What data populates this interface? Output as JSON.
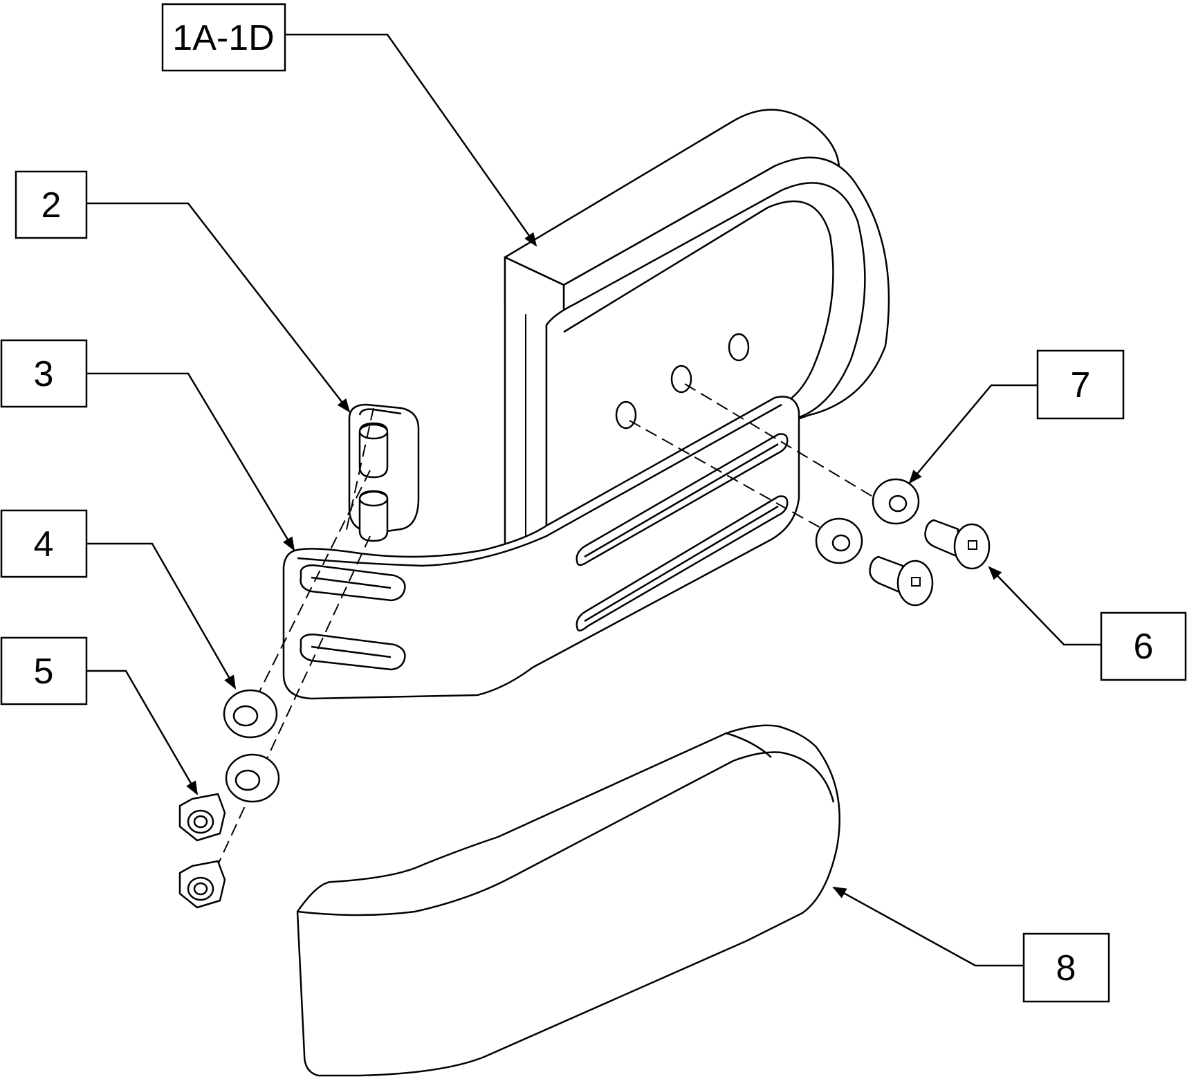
{
  "diagram": {
    "callouts": [
      {
        "id": "1A-1D",
        "label": "1A-1D"
      },
      {
        "id": "2",
        "label": "2"
      },
      {
        "id": "3",
        "label": "3"
      },
      {
        "id": "4",
        "label": "4"
      },
      {
        "id": "5",
        "label": "5"
      },
      {
        "id": "6",
        "label": "6"
      },
      {
        "id": "7",
        "label": "7"
      },
      {
        "id": "8",
        "label": "8"
      }
    ]
  }
}
